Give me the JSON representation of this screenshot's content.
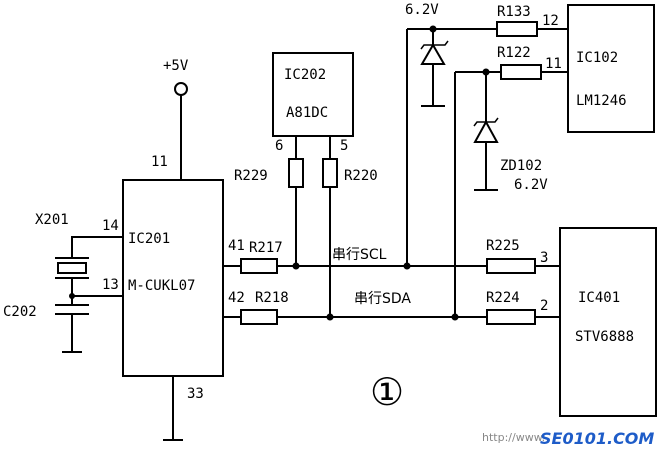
{
  "supply": {
    "label": "+5V"
  },
  "ic201": {
    "ref": "IC201",
    "part": "M-CUKL07",
    "pin_vcc": "11",
    "pin_x1": "14",
    "pin_x2": "13",
    "pin_scl": "41",
    "pin_sda": "42",
    "pin_gnd": "33"
  },
  "ic202": {
    "ref": "IC202",
    "part": "A81DC",
    "pin_a": "6",
    "pin_b": "5"
  },
  "ic102": {
    "ref": "IC102",
    "part": "LM1246",
    "pin_a": "12",
    "pin_b": "11"
  },
  "ic401": {
    "ref": "IC401",
    "part": "STV6888",
    "pin_scl": "3",
    "pin_sda": "2"
  },
  "resistors": {
    "r229": "R229",
    "r220": "R220",
    "r217": "R217",
    "r218": "R218",
    "r133": "R133",
    "r122": "R122",
    "r225": "R225",
    "r224": "R224"
  },
  "crystal": {
    "ref": "X201"
  },
  "capacitor": {
    "ref": "C202"
  },
  "zener_top": {
    "voltage": "6.2V"
  },
  "zener_zd102": {
    "ref": "ZD102",
    "voltage": "6.2V"
  },
  "bus": {
    "scl": "串行SCL",
    "sda": "串行SDA"
  },
  "figure": {
    "marker": "①"
  },
  "watermark": {
    "url": "http://www.",
    "logo": "SE0101.COM"
  }
}
